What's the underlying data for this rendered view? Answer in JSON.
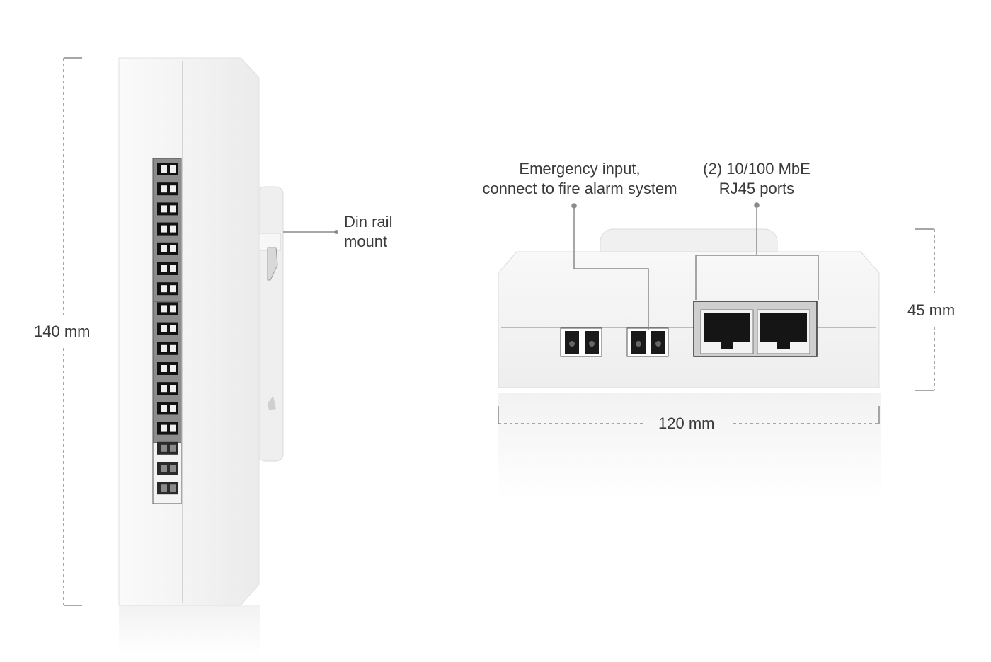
{
  "labels": {
    "height": "140 mm",
    "din_rail_line1": "Din rail",
    "din_rail_line2": "mount",
    "emergency_line1": "Emergency input,",
    "emergency_line2": "connect to fire alarm system",
    "ports_line1": "(2) 10/100 MbE",
    "ports_line2": "RJ45 ports",
    "depth": "45 mm",
    "width": "120 mm"
  },
  "colors": {
    "device_body": "#f4f4f4",
    "device_edge": "#dcdcdc",
    "connector": "#1a1a1a",
    "dimension_line": "#8a8a8a",
    "text": "#3a3a3a"
  }
}
